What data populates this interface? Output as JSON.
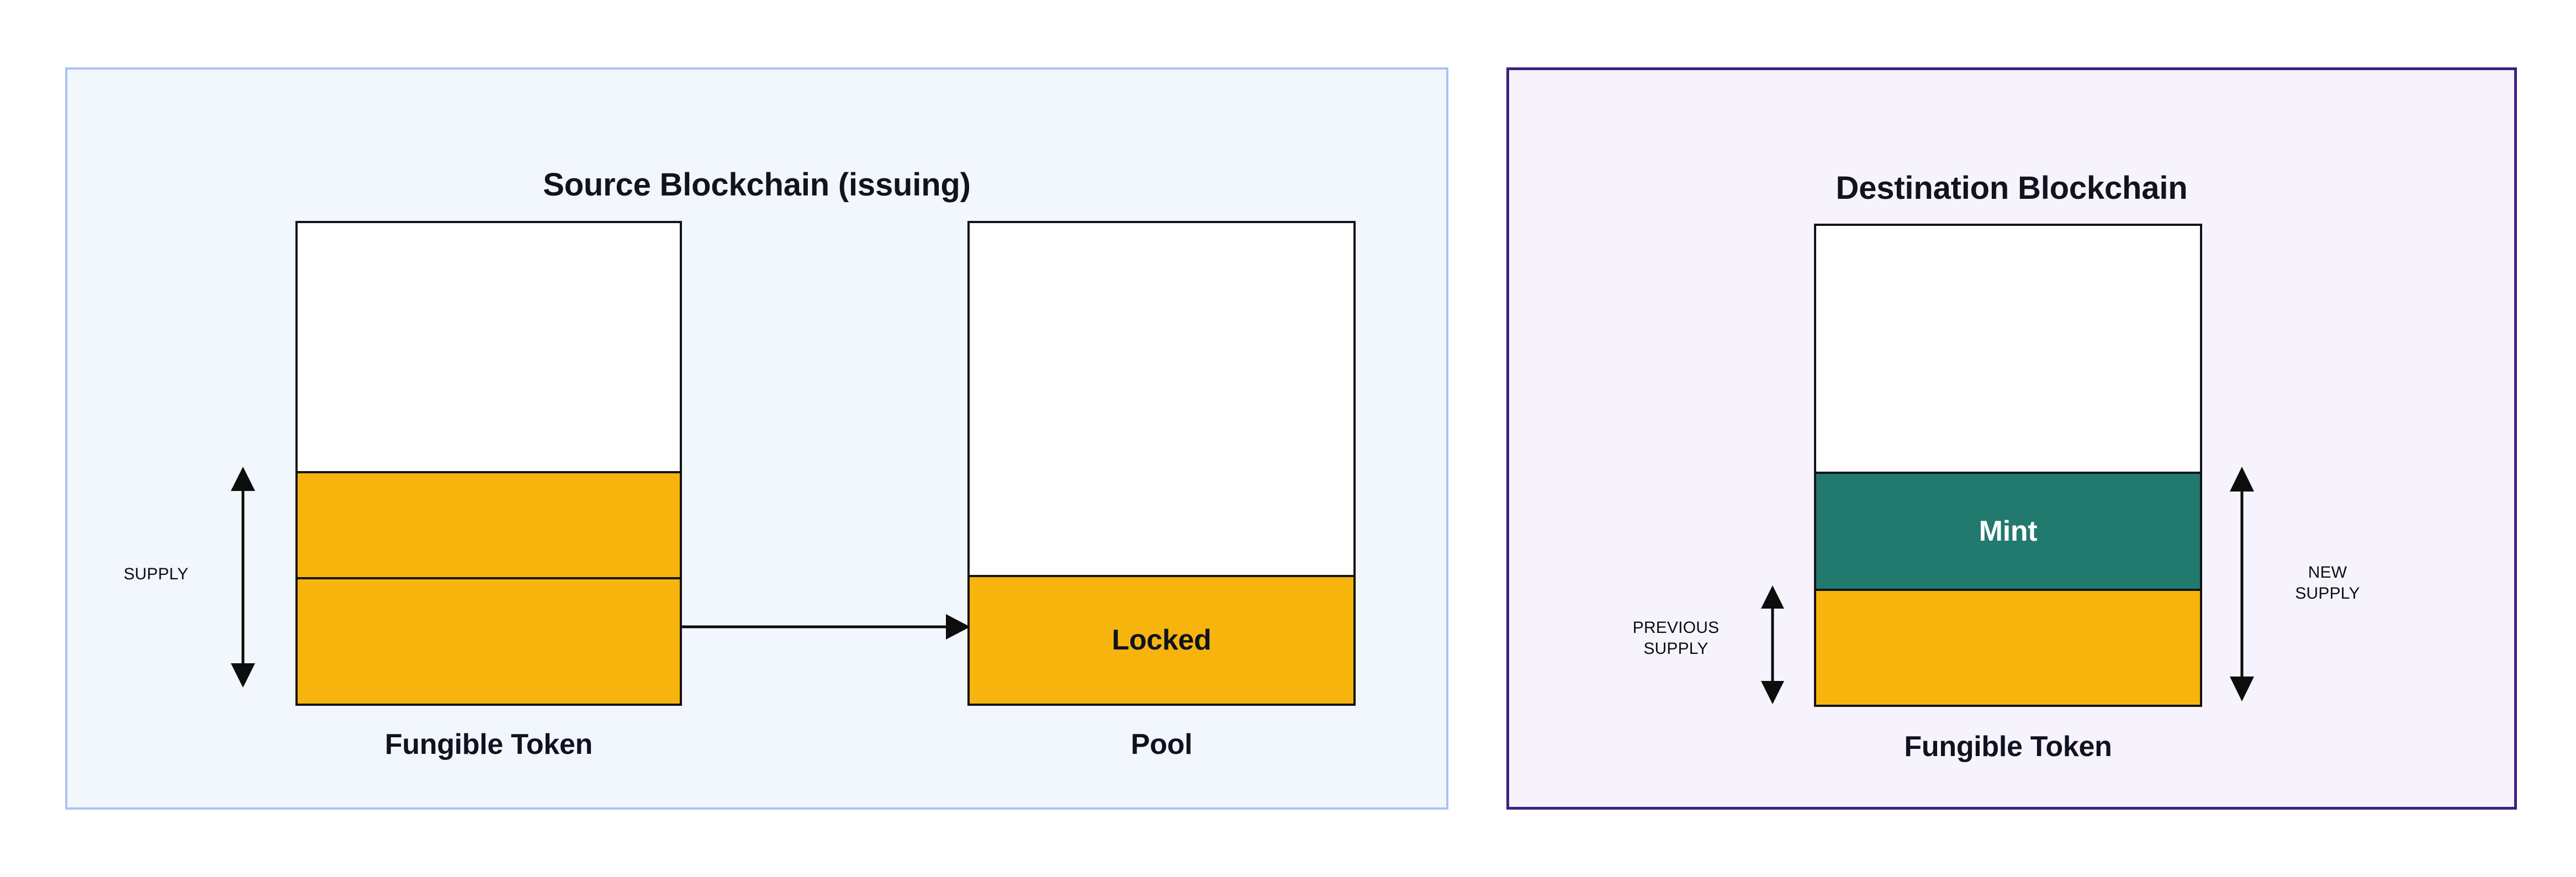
{
  "diagram": {
    "type": "lock-and-mint-bridge-diagram",
    "panels": [
      {
        "id": "source",
        "title": "Source Blockchain (issuing)",
        "border_color": "#aac4f0",
        "background_color": "#f2f6fd"
      },
      {
        "id": "destination",
        "title": "Destination Blockchain",
        "border_color": "#3b2280",
        "background_color": "#f6f3fd"
      }
    ]
  },
  "source": {
    "title": "Source Blockchain (issuing)",
    "token_box": {
      "caption": "Fungible Token",
      "segments": [
        {
          "name": "empty-headroom",
          "label": "",
          "color": "#ffffff"
        },
        {
          "name": "supply-upper",
          "label": "",
          "color": "#f6b40d"
        },
        {
          "name": "supply-lower",
          "label": "",
          "color": "#f6b40d"
        }
      ]
    },
    "pool_box": {
      "caption": "Pool",
      "segments": [
        {
          "name": "empty-headroom",
          "label": "",
          "color": "#ffffff"
        },
        {
          "name": "locked",
          "label": "Locked",
          "color": "#f6b40d"
        }
      ]
    },
    "supply_measure": {
      "label": "SUPPLY",
      "orientation": "vertical",
      "arrowheads": "both"
    },
    "transfer_arrow": {
      "from": "Fungible Token",
      "to": "Pool",
      "direction": "right",
      "arrowheads": "end"
    }
  },
  "destination": {
    "title": "Destination Blockchain",
    "token_box": {
      "caption": "Fungible Token",
      "segments": [
        {
          "name": "empty-headroom",
          "label": "",
          "color": "#ffffff"
        },
        {
          "name": "mint",
          "label": "Mint",
          "color": "#22796e"
        },
        {
          "name": "previous-supply",
          "label": "",
          "color": "#f6b40d"
        }
      ]
    },
    "previous_supply_measure": {
      "label": "PREVIOUS\nSUPPLY",
      "orientation": "vertical",
      "arrowheads": "both"
    },
    "new_supply_measure": {
      "label": "NEW\nSUPPLY",
      "orientation": "vertical",
      "arrowheads": "both"
    }
  },
  "colors": {
    "token_orange": "#f6b40d",
    "mint_teal": "#22796e",
    "box_stroke": "#141414",
    "text_dark": "#0f1320",
    "text_light": "#ffffff",
    "source_border": "#aac4f0",
    "source_fill": "#f2f6fd",
    "destination_border": "#3b2280",
    "destination_fill": "#f6f3fd"
  }
}
